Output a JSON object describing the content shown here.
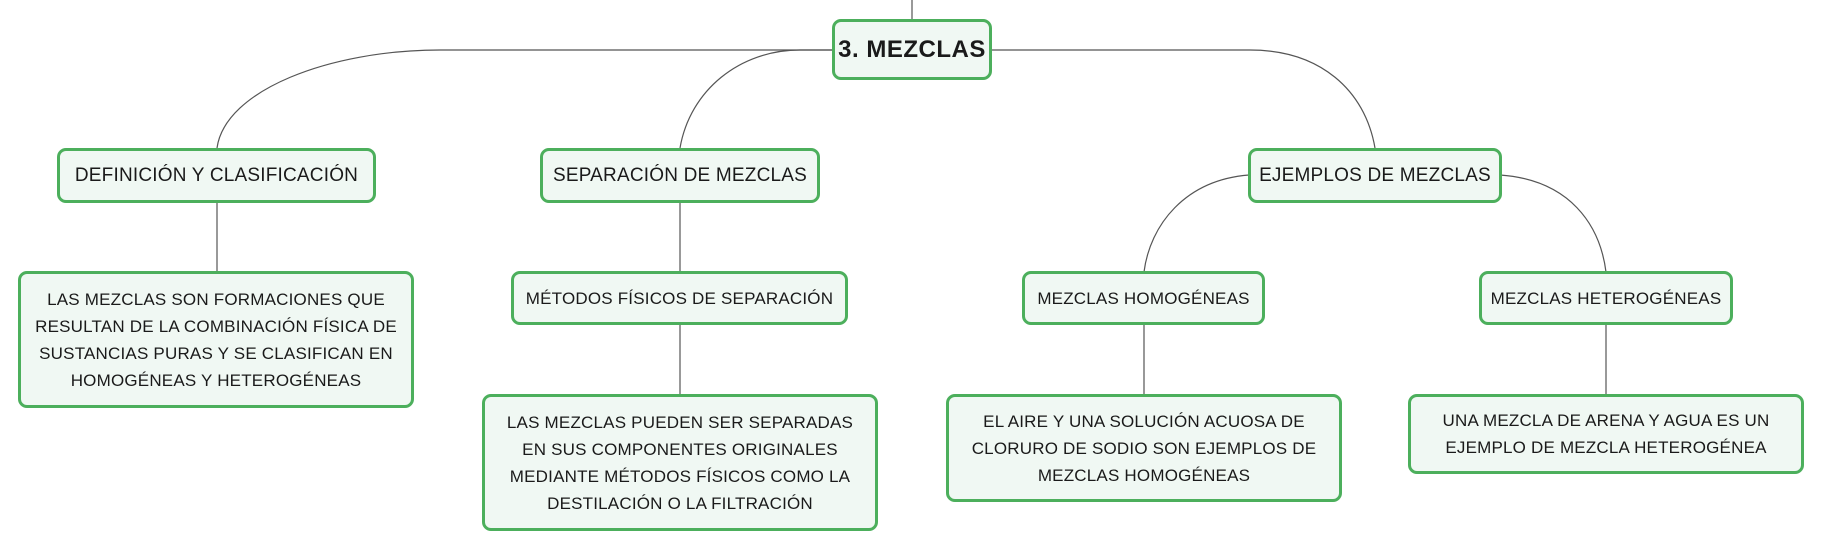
{
  "root": {
    "label": "3. MEZCLAS"
  },
  "branches": [
    {
      "label": "DEFINICIÓN Y CLASIFICACIÓN",
      "detail": "LAS MEZCLAS SON FORMACIONES QUE RESULTAN DE LA COMBINACIÓN FÍSICA DE SUSTANCIAS PURAS Y SE CLASIFICAN EN HOMOGÉNEAS Y HETEROGÉNEAS"
    },
    {
      "label": "SEPARACIÓN DE MEZCLAS",
      "sub": {
        "label": "MÉTODOS FÍSICOS DE SEPARACIÓN",
        "detail": "LAS MEZCLAS PUEDEN SER SEPARADAS EN SUS COMPONENTES ORIGINALES MEDIANTE MÉTODOS FÍSICOS COMO LA DESTILACIÓN O LA FILTRACIÓN"
      }
    },
    {
      "label": "EJEMPLOS DE MEZCLAS",
      "subs": [
        {
          "label": "MEZCLAS HOMOGÉNEAS",
          "detail": "EL AIRE Y UNA SOLUCIÓN ACUOSA DE CLORURO DE SODIO SON EJEMPLOS DE MEZCLAS HOMOGÉNEAS"
        },
        {
          "label": "MEZCLAS HETEROGÉNEAS",
          "detail": "UNA MEZCLA DE ARENA Y AGUA ES UN EJEMPLO DE MEZCLA HETEROGÉNEA"
        }
      ]
    }
  ],
  "colors": {
    "node_border": "#4caf5c",
    "node_fill": "#f0f8f3",
    "connector": "#555555",
    "text": "#1a1a1a"
  }
}
